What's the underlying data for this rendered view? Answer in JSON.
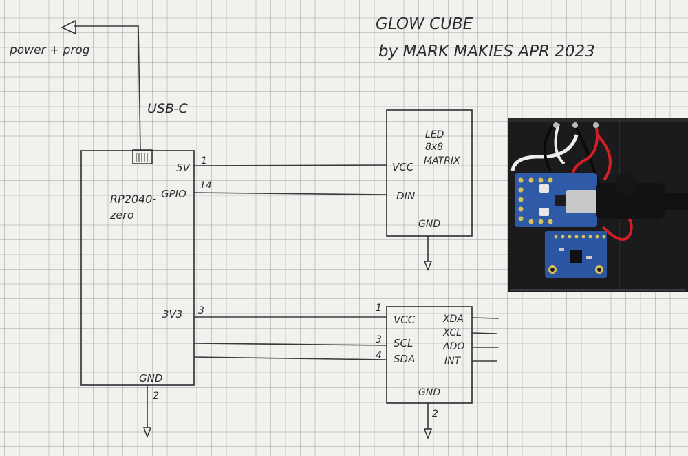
{
  "title": {
    "line1": "GLOW CUBE",
    "line2": "by MARK MAKIES APR 2023"
  },
  "power_label": "power + prog",
  "usb_label": "USB-C",
  "mcu": {
    "name_line1": "RP2040-",
    "name_line2": "zero",
    "pins": {
      "v5": "5V",
      "gpio": "GPIO",
      "v3": "3V3",
      "gnd": "GND"
    },
    "pin_numbers": {
      "v5": "1",
      "gpio": "14",
      "v3": "3",
      "gnd": "2"
    }
  },
  "led_matrix": {
    "label_line1": "LED",
    "label_line2": "8x8",
    "label_line3": "MATRIX",
    "pins": {
      "vcc": "VCC",
      "din": "DIN",
      "gnd": "GND"
    }
  },
  "sensor": {
    "pins_left": {
      "vcc": "VCC",
      "scl": "SCL",
      "sda": "SDA"
    },
    "pins_right": {
      "xda": "XDA",
      "xcl": "XCL",
      "ado": "ADO",
      "int": "INT"
    },
    "gnd": "GND",
    "pin_numbers": {
      "vcc": "1",
      "scl": "3",
      "sda": "4",
      "gnd": "2"
    }
  },
  "colors": {
    "paper": "#f1f1ee",
    "grid": "#8a8a90",
    "ink": "#2c2c30",
    "board_black": "#1b1b1d",
    "pcb_blue": "#2f5aa8",
    "wire_red": "#d21f24",
    "wire_white": "#f0f0f0"
  }
}
